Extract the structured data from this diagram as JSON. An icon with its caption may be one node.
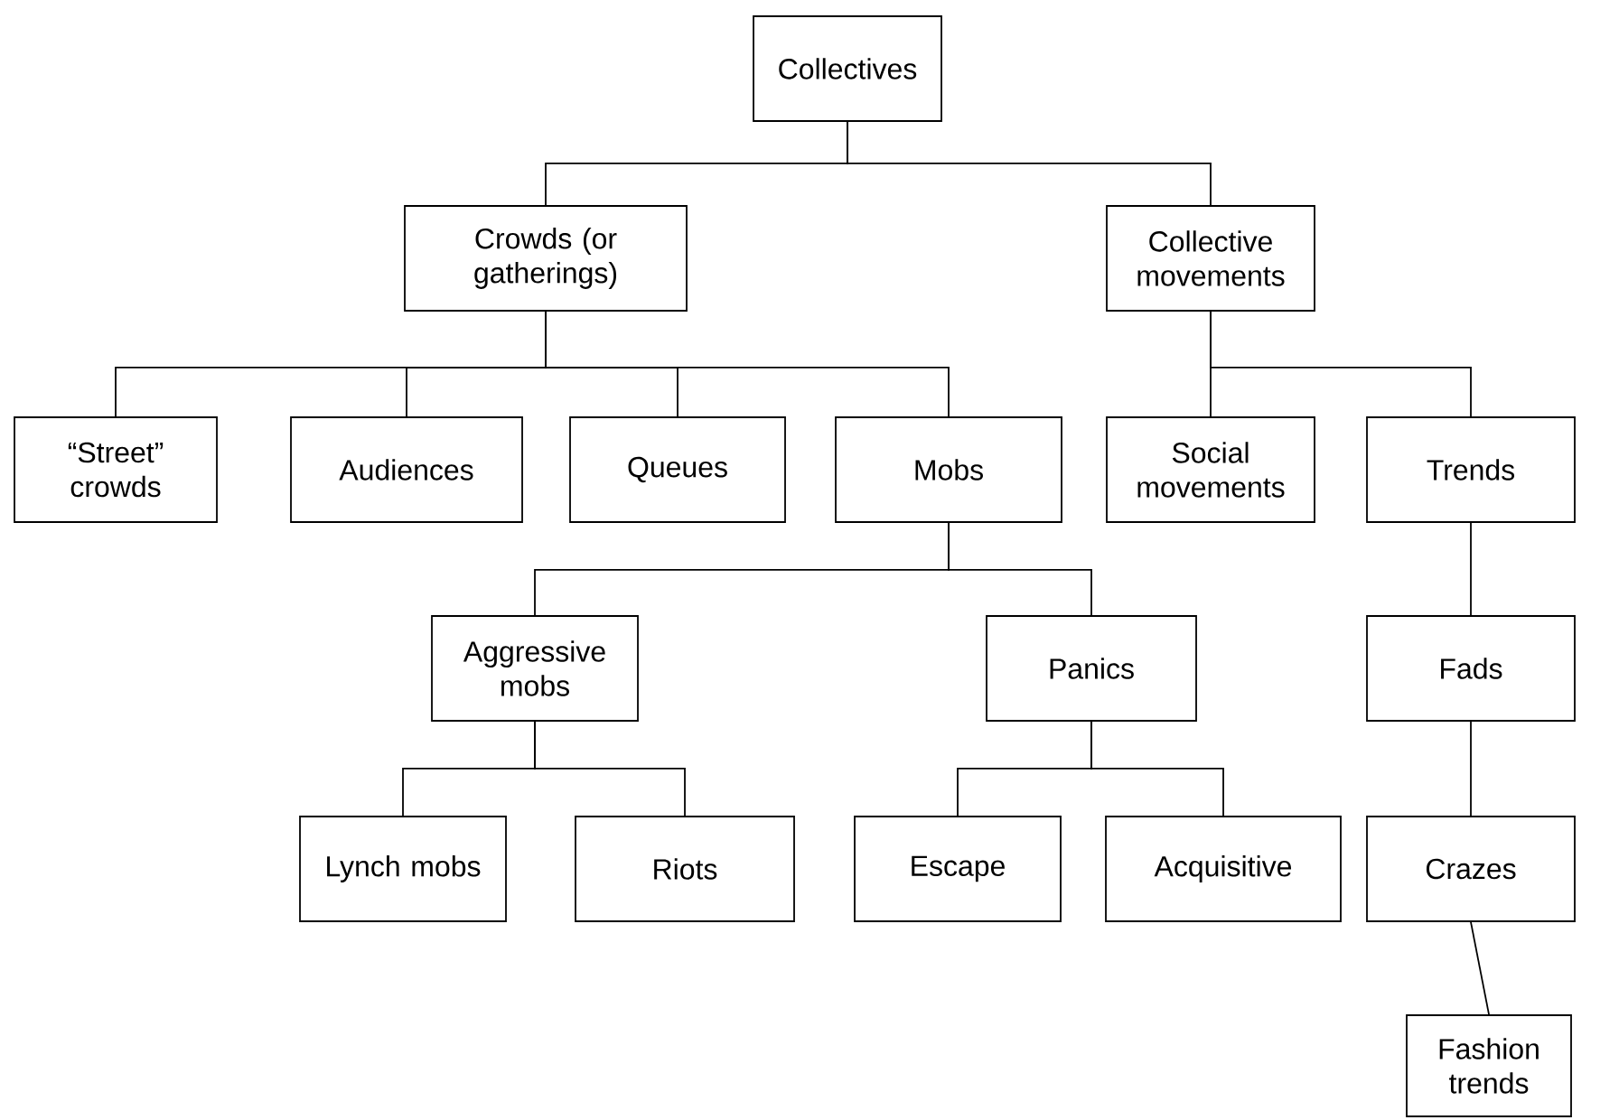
{
  "diagram": {
    "nodes": [
      {
        "text": [
          "Collectives"
        ]
      },
      {
        "text": [
          "Crowds (or gatherings)"
        ]
      },
      {
        "text": [
          "Collective movements"
        ]
      },
      {
        "text": [
          "“Street” crowds"
        ]
      },
      {
        "text": [
          "Audiences"
        ]
      },
      {
        "text": [
          "Queues"
        ]
      },
      {
        "text": [
          "Mobs"
        ]
      },
      {
        "text": [
          "Social movements"
        ]
      },
      {
        "text": [
          "Trends"
        ]
      },
      {
        "text": [
          "Aggressive mobs"
        ]
      },
      {
        "text": [
          "Panics"
        ]
      },
      {
        "text": [
          "Fads"
        ]
      },
      {
        "text": [
          "Lynch mobs"
        ]
      },
      {
        "text": [
          "Riots"
        ]
      },
      {
        "text": [
          "Escape"
        ]
      },
      {
        "text": [
          "Acquisitive"
        ]
      },
      {
        "text": [
          "Crazes"
        ]
      },
      {
        "text": [
          "Fashion trends"
        ]
      }
    ],
    "edges": [
      {
        "from": 0,
        "to": 1,
        "arrow": "none"
      },
      {
        "from": 0,
        "to": 2,
        "arrow": "none"
      },
      {
        "from": 1,
        "to": 3,
        "arrow": "none"
      },
      {
        "from": 1,
        "to": 4,
        "arrow": "none"
      },
      {
        "from": 1,
        "to": 5,
        "arrow": "none"
      },
      {
        "from": 1,
        "to": 6,
        "arrow": "none"
      },
      {
        "from": 2,
        "to": 7,
        "arrow": "none"
      },
      {
        "from": 2,
        "to": 8,
        "arrow": "none"
      },
      {
        "from": 6,
        "to": 9,
        "arrow": "none"
      },
      {
        "from": 6,
        "to": 10,
        "arrow": "none"
      },
      {
        "from": 9,
        "to": 12,
        "arrow": "none"
      },
      {
        "from": 9,
        "to": 13,
        "arrow": "none"
      },
      {
        "from": 10,
        "to": 14,
        "arrow": "none"
      },
      {
        "from": 10,
        "to": 15,
        "arrow": "none"
      },
      {
        "from": 8,
        "to": 11,
        "arrow": "none"
      },
      {
        "from": 11,
        "to": 16,
        "arrow": "none"
      },
      {
        "from": 16,
        "to": 17,
        "arrow": "none"
      }
    ]
  }
}
